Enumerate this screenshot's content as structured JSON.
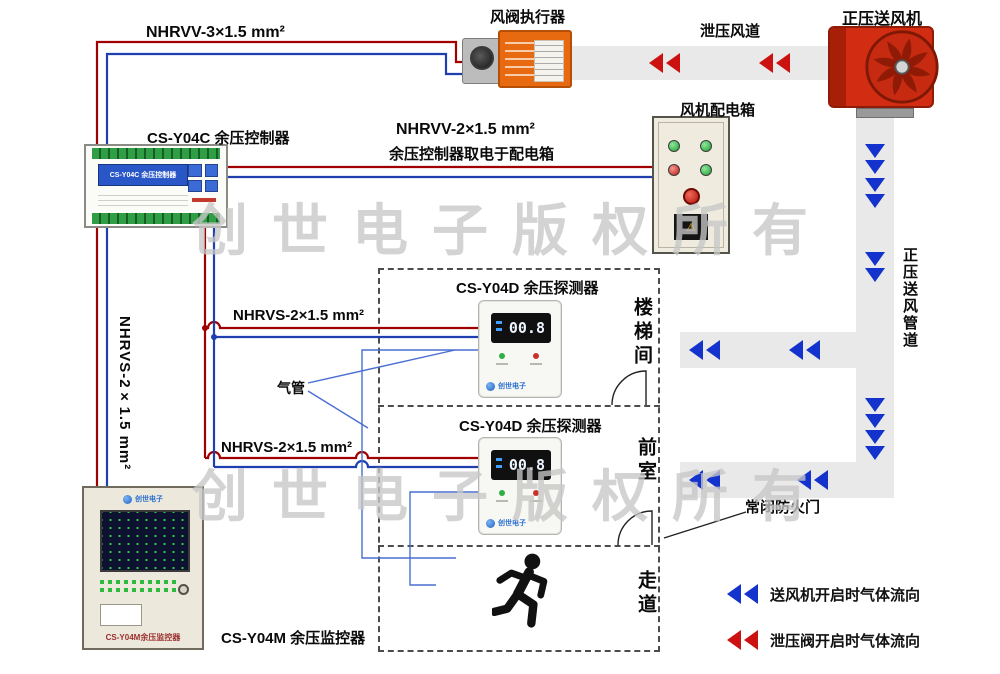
{
  "watermark": "创世电子版权所有",
  "brand": "创世电子",
  "top": {
    "cable": "NHRVV-3×1.5 mm²",
    "actuator": "风阀执行器",
    "relief_duct": "泄压风道",
    "fan": "正压送风机"
  },
  "controller": {
    "label": "CS-Y04C 余压控制器",
    "display": "CS-Y04C 余压控制器"
  },
  "power": {
    "cable": "NHRVV-2×1.5 mm²",
    "note": "余压控制器取电于配电箱",
    "box": "风机配电箱"
  },
  "right_duct": "正压送风管道",
  "rooms": [
    {
      "title": "CS-Y04D 余压探测器",
      "name": "楼梯间",
      "display": "00.8"
    },
    {
      "title": "CS-Y04D 余压探测器",
      "name": "前室",
      "display": "00.8"
    },
    {
      "name": "走道"
    }
  ],
  "cables": {
    "branch1": "NHRVS-2×1.5 mm²",
    "branch2": "NHRVS-2×1.5 mm²",
    "vertical": "NHRVS-2×1.5 mm²",
    "air_tube": "气管"
  },
  "fire_door": "常闭防火门",
  "monitor": {
    "label": "CS-Y04M 余压监控器",
    "device_label": "CS-Y04M余压监控器"
  },
  "legend": [
    {
      "color": "#1433cc",
      "text": "送风机开启时气体流向"
    },
    {
      "color": "#cc1111",
      "text": "泄压阀开启时气体流向"
    }
  ],
  "colors": {
    "wire_red": "#a00000",
    "wire_blue": "#1f3fae",
    "air_tube": "#4a6fd0",
    "duct": "#e9e9e9"
  }
}
